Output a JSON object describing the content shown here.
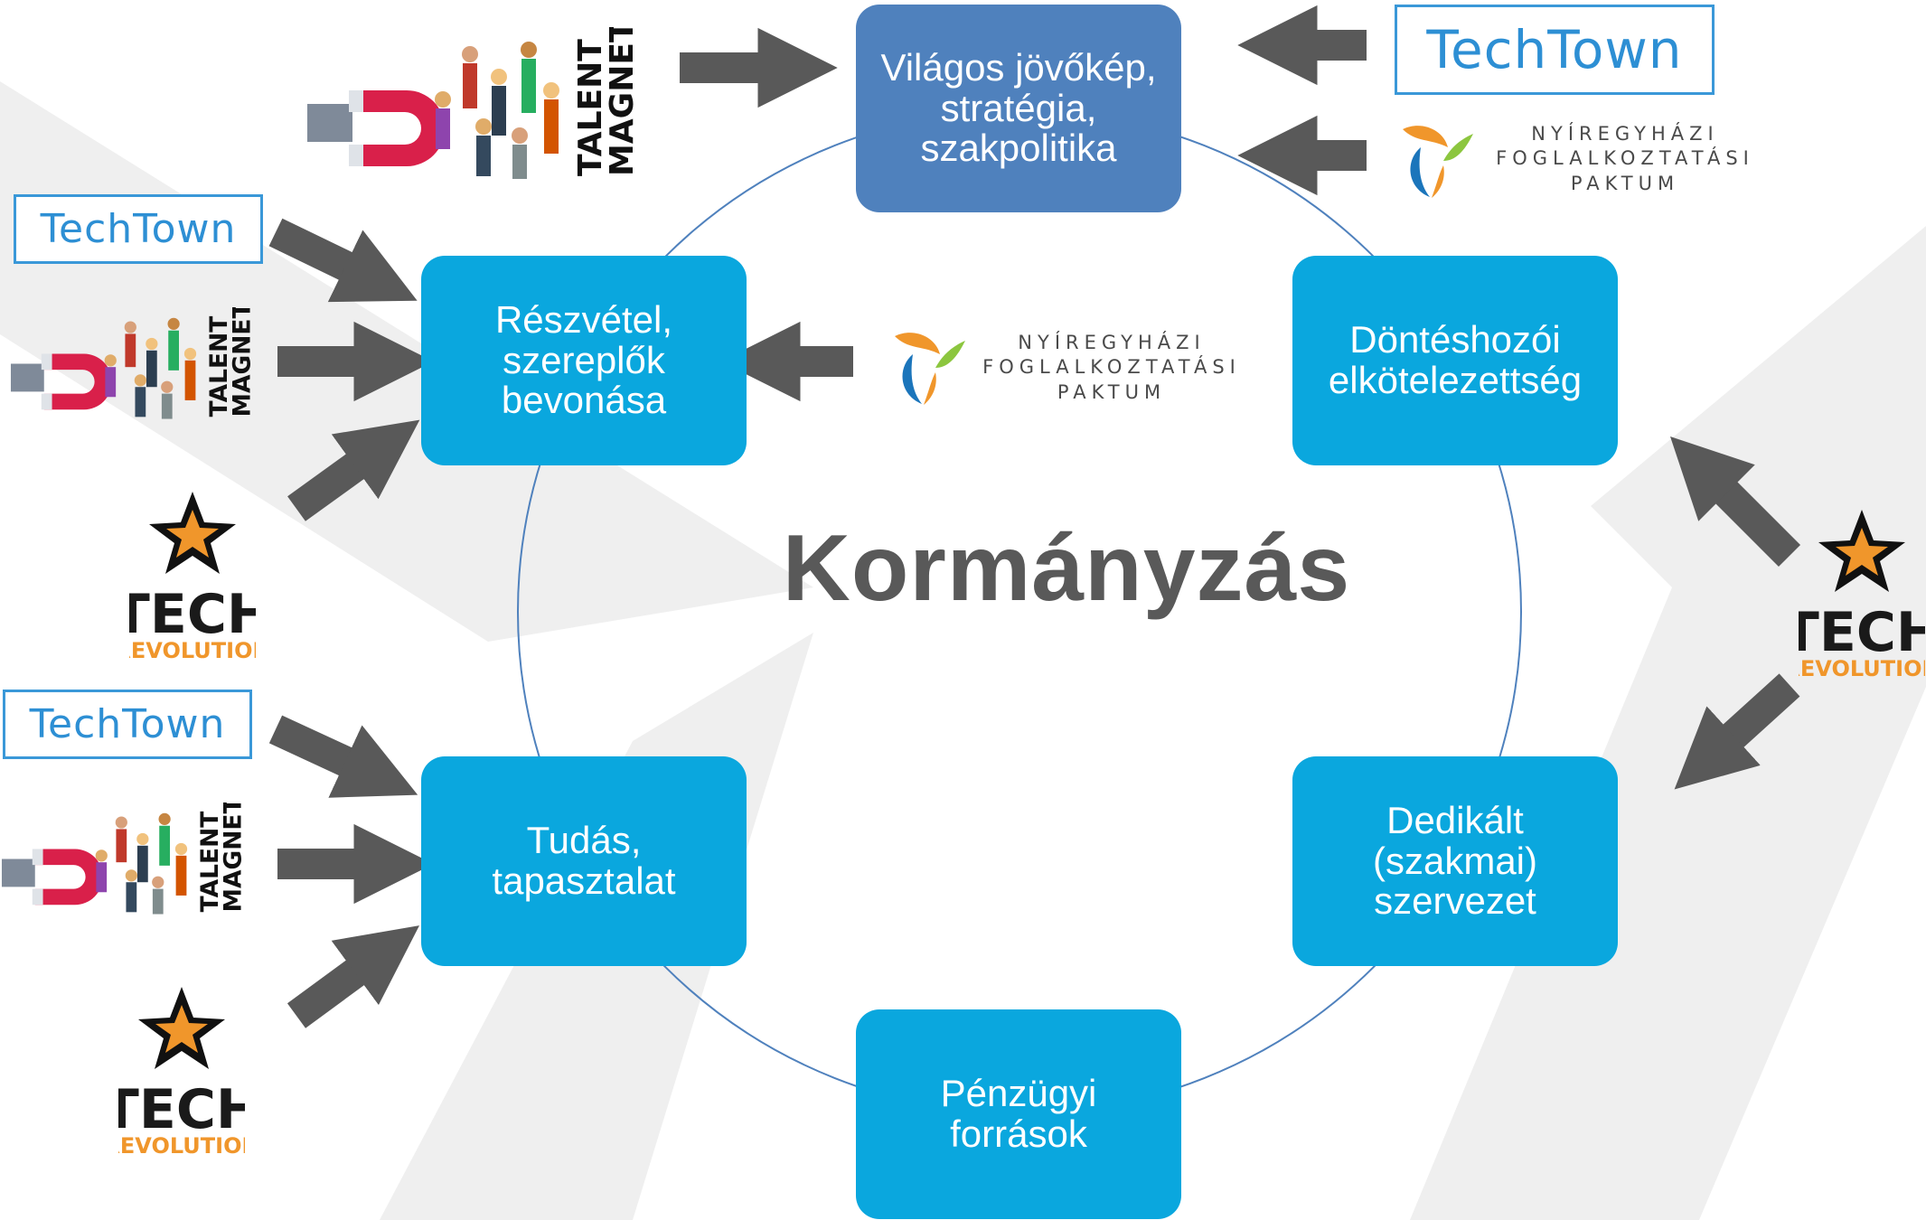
{
  "center_title": "Kormányzás",
  "nodes": {
    "vision": "Világos jövőkép,\nstratégia,\nszakpolitika",
    "participation": "Részvétel,\nszereplők\nbevonása",
    "commitment": "Döntéshozói\nelkötelezettség",
    "knowledge": "Tudás,\ntapasztalat",
    "organization": "Dedikált\n(szakmai)\nszervezet",
    "finance": "Pénzügyi\nforrások"
  },
  "logos": {
    "techtown": "TechTown",
    "talent_magnet": [
      "TALENT",
      "MAGNET"
    ],
    "tech_revolution": {
      "name": "TECH",
      "sub": "REVOLUTION"
    },
    "paktum": [
      "NYÍREGYHÁZI",
      "FOGLALKOZTATÁSI",
      "PAKTUM"
    ]
  },
  "colors": {
    "vision_box": "#4f81bd",
    "box": "#0aa7de",
    "arrow": "#595959",
    "circle": "#4f81bd",
    "chevron": "#efefef",
    "techtown": "#2d8fd4",
    "techrev_accent": "#f0962b"
  }
}
